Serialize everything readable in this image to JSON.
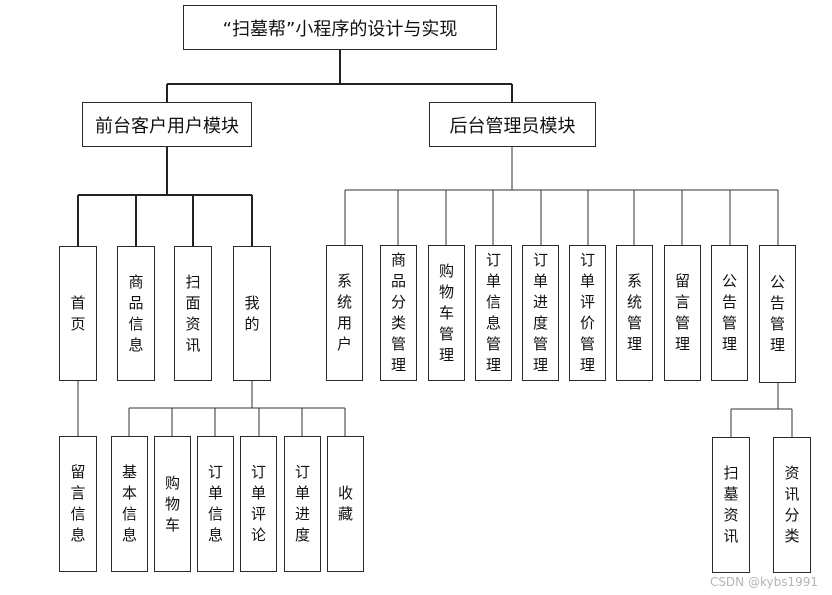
{
  "root": "“扫墓帮”小程序的设计与实现",
  "front": {
    "title": "前台客户用户模块",
    "modules": [
      "首页",
      "商品信息",
      "扫面资讯",
      "我的"
    ],
    "home_children": [
      "留言信息"
    ],
    "mine_children": [
      "基本信息",
      "购物车",
      "订单信息",
      "订单评论",
      "订单进度",
      "收藏"
    ]
  },
  "back": {
    "title": "后台管理员模块",
    "modules": [
      "系统用户",
      "商品分类管理",
      "购物车管理",
      "订单信息管理",
      "订单进度管理",
      "订单评价管理",
      "系统管理",
      "留言管理",
      "公告管理",
      "公告管理"
    ],
    "notice_children": [
      "扫墓资讯",
      "资讯分类"
    ]
  },
  "watermark": "CSDN @kybs1991"
}
